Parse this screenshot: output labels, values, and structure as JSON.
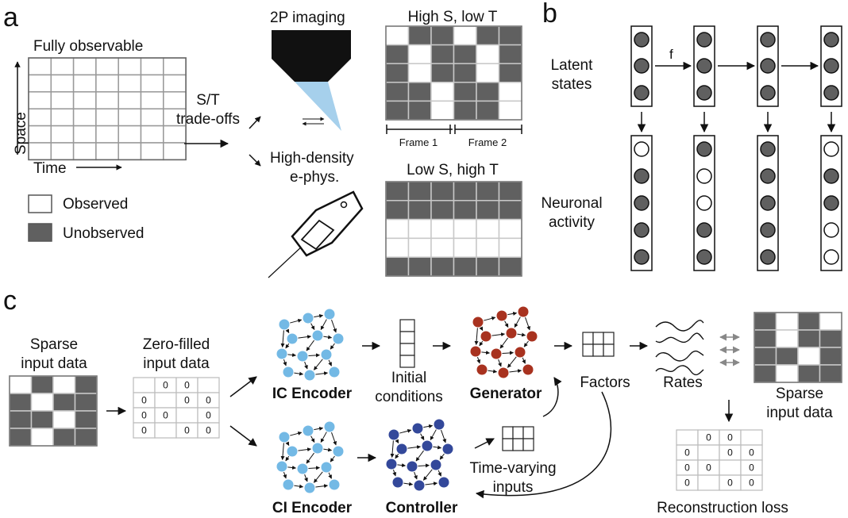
{
  "panel_a": {
    "letter": "a",
    "grid_title": "Fully observable",
    "axis_space": "Space",
    "axis_time": "Time",
    "legend_observed": "Observed",
    "legend_unobserved": "Unobserved",
    "tradeoff_line1": "S/T",
    "tradeoff_line2": "trade-offs",
    "imaging_title": "2P imaging",
    "ephys_line1": "High-density",
    "ephys_line2": "e-phys.",
    "high_s_title": "High S, low T",
    "low_s_title": "Low S, high T",
    "frame1": "Frame 1",
    "frame2": "Frame 2",
    "high_s_grid": [
      [
        0,
        1,
        1,
        0,
        1,
        1
      ],
      [
        1,
        0,
        1,
        1,
        0,
        1
      ],
      [
        1,
        0,
        1,
        1,
        0,
        1
      ],
      [
        1,
        1,
        0,
        1,
        1,
        0
      ],
      [
        1,
        1,
        0,
        1,
        1,
        0
      ]
    ],
    "low_s_grid": [
      [
        1,
        1,
        1,
        1,
        1,
        1
      ],
      [
        1,
        1,
        1,
        1,
        1,
        1
      ],
      [
        0,
        0,
        0,
        0,
        0,
        0
      ],
      [
        0,
        0,
        0,
        0,
        0,
        0
      ],
      [
        1,
        1,
        1,
        1,
        1,
        1
      ]
    ]
  },
  "panel_b": {
    "letter": "b",
    "latent_line1": "Latent",
    "latent_line2": "states",
    "neuronal_line1": "Neuronal",
    "neuronal_line2": "activity",
    "f_label": "f",
    "activity": [
      [
        0,
        1,
        1,
        1,
        1
      ],
      [
        1,
        0,
        0,
        1,
        1
      ],
      [
        1,
        1,
        1,
        1,
        1
      ],
      [
        0,
        1,
        1,
        0,
        0
      ]
    ]
  },
  "panel_c": {
    "letter": "c",
    "sparse_line1": "Sparse",
    "sparse_line2": "input data",
    "zero_line1": "Zero-filled",
    "zero_line2": "input data",
    "ic_encoder": "IC Encoder",
    "ci_encoder": "CI Encoder",
    "initial_line1": "Initial",
    "initial_line2": "conditions",
    "generator": "Generator",
    "controller": "Controller",
    "factors": "Factors",
    "rates": "Rates",
    "tv_line1": "Time-varying",
    "tv_line2": "inputs",
    "sparse_out_line1": "Sparse",
    "sparse_out_line2": "input data",
    "recon_loss": "Reconstruction loss",
    "zero_grid": [
      [
        "",
        "0",
        "0",
        ""
      ],
      [
        "0",
        "",
        "0",
        "0"
      ],
      [
        "0",
        "0",
        "",
        "0"
      ],
      [
        "0",
        "",
        "0",
        "0"
      ]
    ],
    "sparse_grid": [
      [
        0,
        1,
        0,
        1
      ],
      [
        1,
        0,
        1,
        1
      ],
      [
        1,
        1,
        0,
        1
      ],
      [
        1,
        0,
        1,
        1
      ]
    ],
    "sparse_out_grid": [
      [
        1,
        0,
        1,
        0
      ],
      [
        1,
        0,
        1,
        1
      ],
      [
        1,
        1,
        0,
        1
      ],
      [
        1,
        0,
        1,
        1
      ]
    ]
  },
  "colors": {
    "dark_gray": "#606060",
    "light_blue": "#73b9e5",
    "dark_red": "#a8321f",
    "dark_blue": "#33489a",
    "probe_blue": "#a6d0ec"
  }
}
